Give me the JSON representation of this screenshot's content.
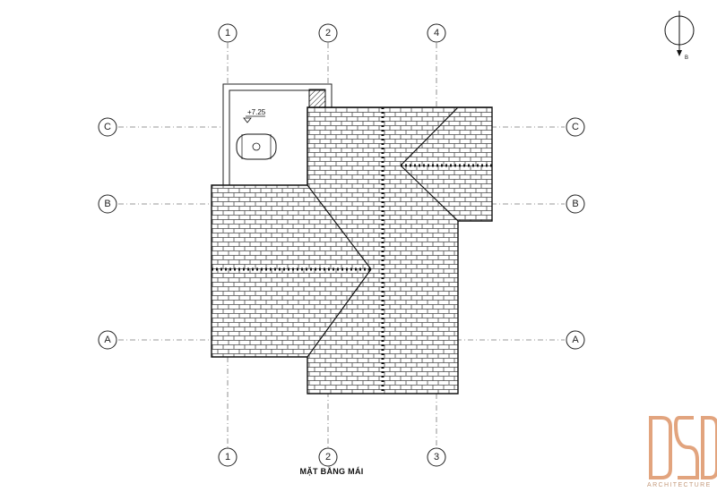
{
  "drawing": {
    "title": "MẶT BẰNG MÁI",
    "level_mark": "+7.25"
  },
  "grid_axes": {
    "top_columns": [
      "1",
      "2",
      "4"
    ],
    "bottom_columns": [
      "1",
      "2",
      "3"
    ],
    "left_rows": [
      "C",
      "B",
      "A"
    ],
    "right_rows": [
      "C",
      "B",
      "A"
    ]
  },
  "north_arrow": {
    "letter": "B"
  },
  "logo": {
    "subtext": "ARCHITECTURE"
  },
  "colors": {
    "line": "#111111",
    "grid": "#777777",
    "logo": "#e2a47e"
  }
}
